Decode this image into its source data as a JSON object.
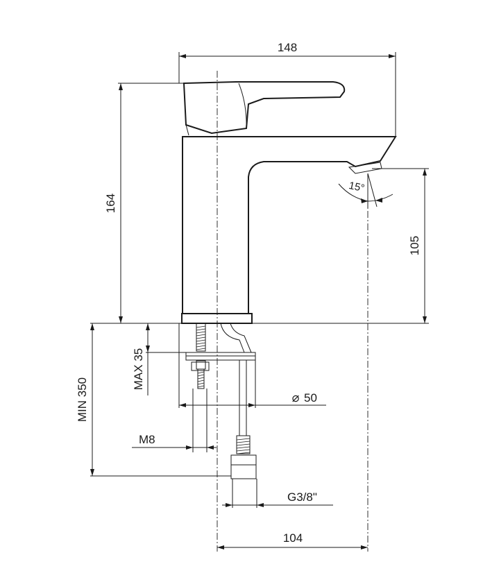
{
  "dimensions": {
    "overall_width": "148",
    "overall_height": "164",
    "spout_height": "105",
    "spout_angle": "15°",
    "min_hose_length": "MIN 350",
    "max_counter_thickness": "MAX 35",
    "hole_diameter": "50",
    "diameter_symbol": "⌀",
    "stud_thread": "M8",
    "hose_connection": "G3/8\"",
    "spout_reach": "104"
  }
}
